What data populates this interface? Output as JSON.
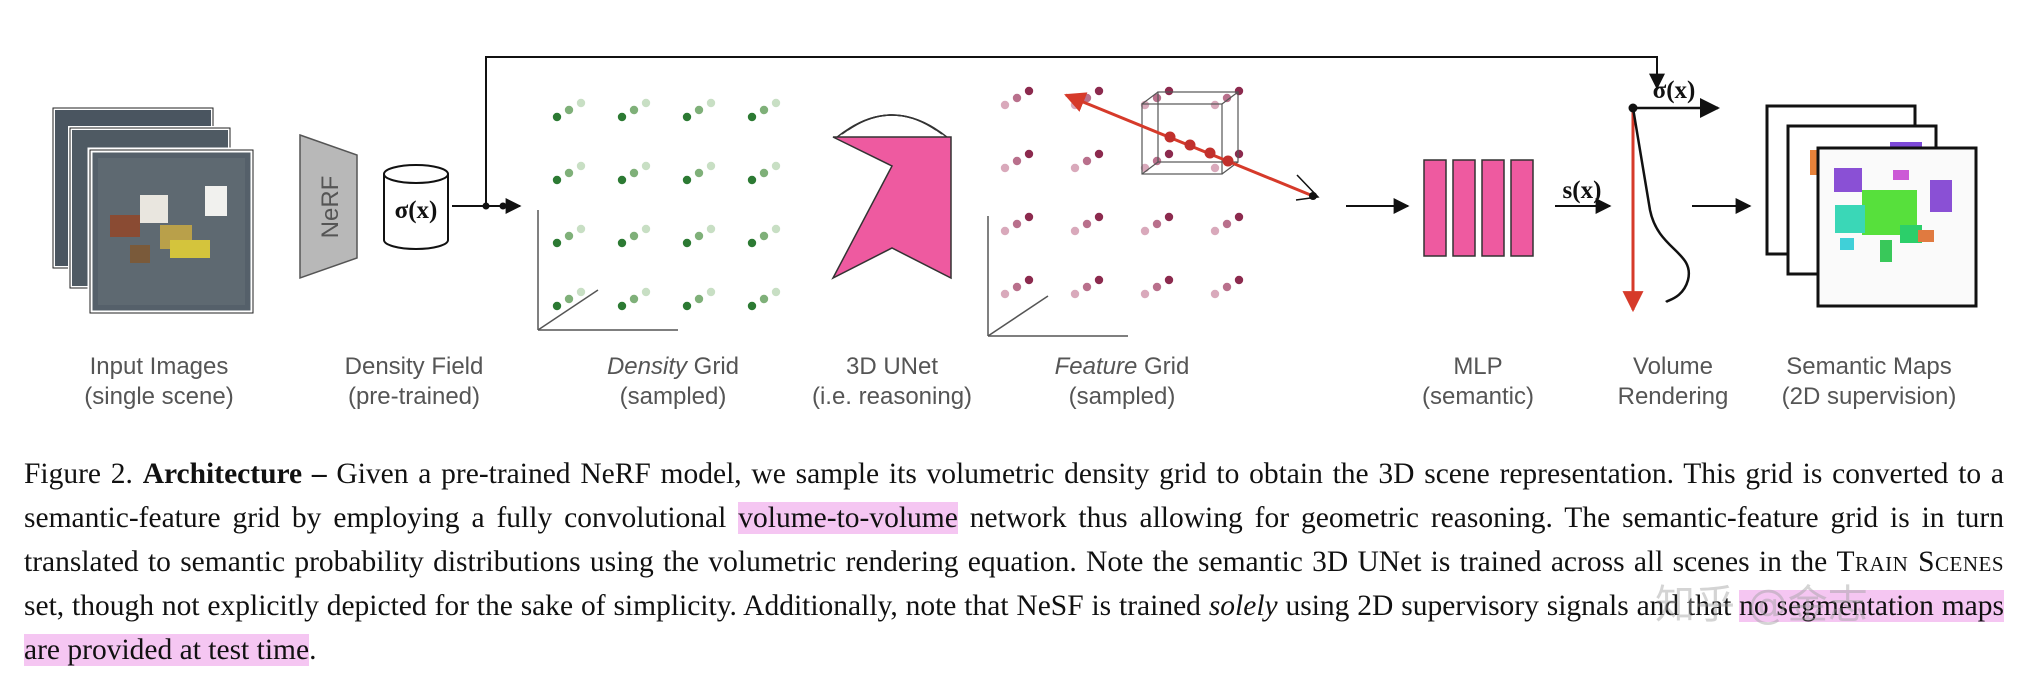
{
  "figure": {
    "nerf_block": "NeRF",
    "density_symbol": "σ(x)",
    "sigma_label": "σ(x)",
    "s_label": "s(x)",
    "stages": [
      {
        "line1_plain": "Input Images",
        "line2": "(single scene)"
      },
      {
        "line1_plain": "Density Field",
        "line2": "(pre-trained)"
      },
      {
        "line1_italic": "Density",
        "line1_plain": " Grid",
        "line2": "(sampled)"
      },
      {
        "line1_plain": "3D UNet",
        "line2": "(i.e. reasoning)"
      },
      {
        "line1_italic": "Feature",
        "line1_plain": " Grid",
        "line2": "(sampled)"
      },
      {
        "line1_plain": "MLP",
        "line2": "(semantic)"
      },
      {
        "line1_plain": "Volume",
        "line2": "Rendering"
      },
      {
        "line1_plain": "Semantic Maps",
        "line2": "(2D supervision)"
      }
    ],
    "colors": {
      "accent_pink": "#ee5aa0",
      "ray_red": "#d63a2a",
      "density_green_dark": "#2c7a33",
      "feature_maroon": "#8c2a4e"
    }
  },
  "caption": {
    "figure_no": "Figure 2.",
    "heading": "Architecture –",
    "s1": " Given a pre-trained NeRF model, we sample its volumetric density grid to obtain the 3D scene representation. This grid is converted to a semantic-feature grid by employing a fully convolutional ",
    "hl1": "volume-to-volume",
    "s2": " network thus allowing for geometric reasoning. The semantic-feature grid is in turn translated to semantic probability distributions using the volumetric rendering equation. Note the semantic 3D UNet is trained across all scenes in the ",
    "smallcaps": "Train Scenes",
    "s3": " set, though not explicitly depicted for the sake of simplicity. Additionally, note that NeSF is trained ",
    "italic": "solely",
    "s4": " using 2D supervisory signals and that ",
    "hl2": "no segmentation maps are provided at test time",
    "s5": "."
  },
  "watermark": "知乎 @金志"
}
